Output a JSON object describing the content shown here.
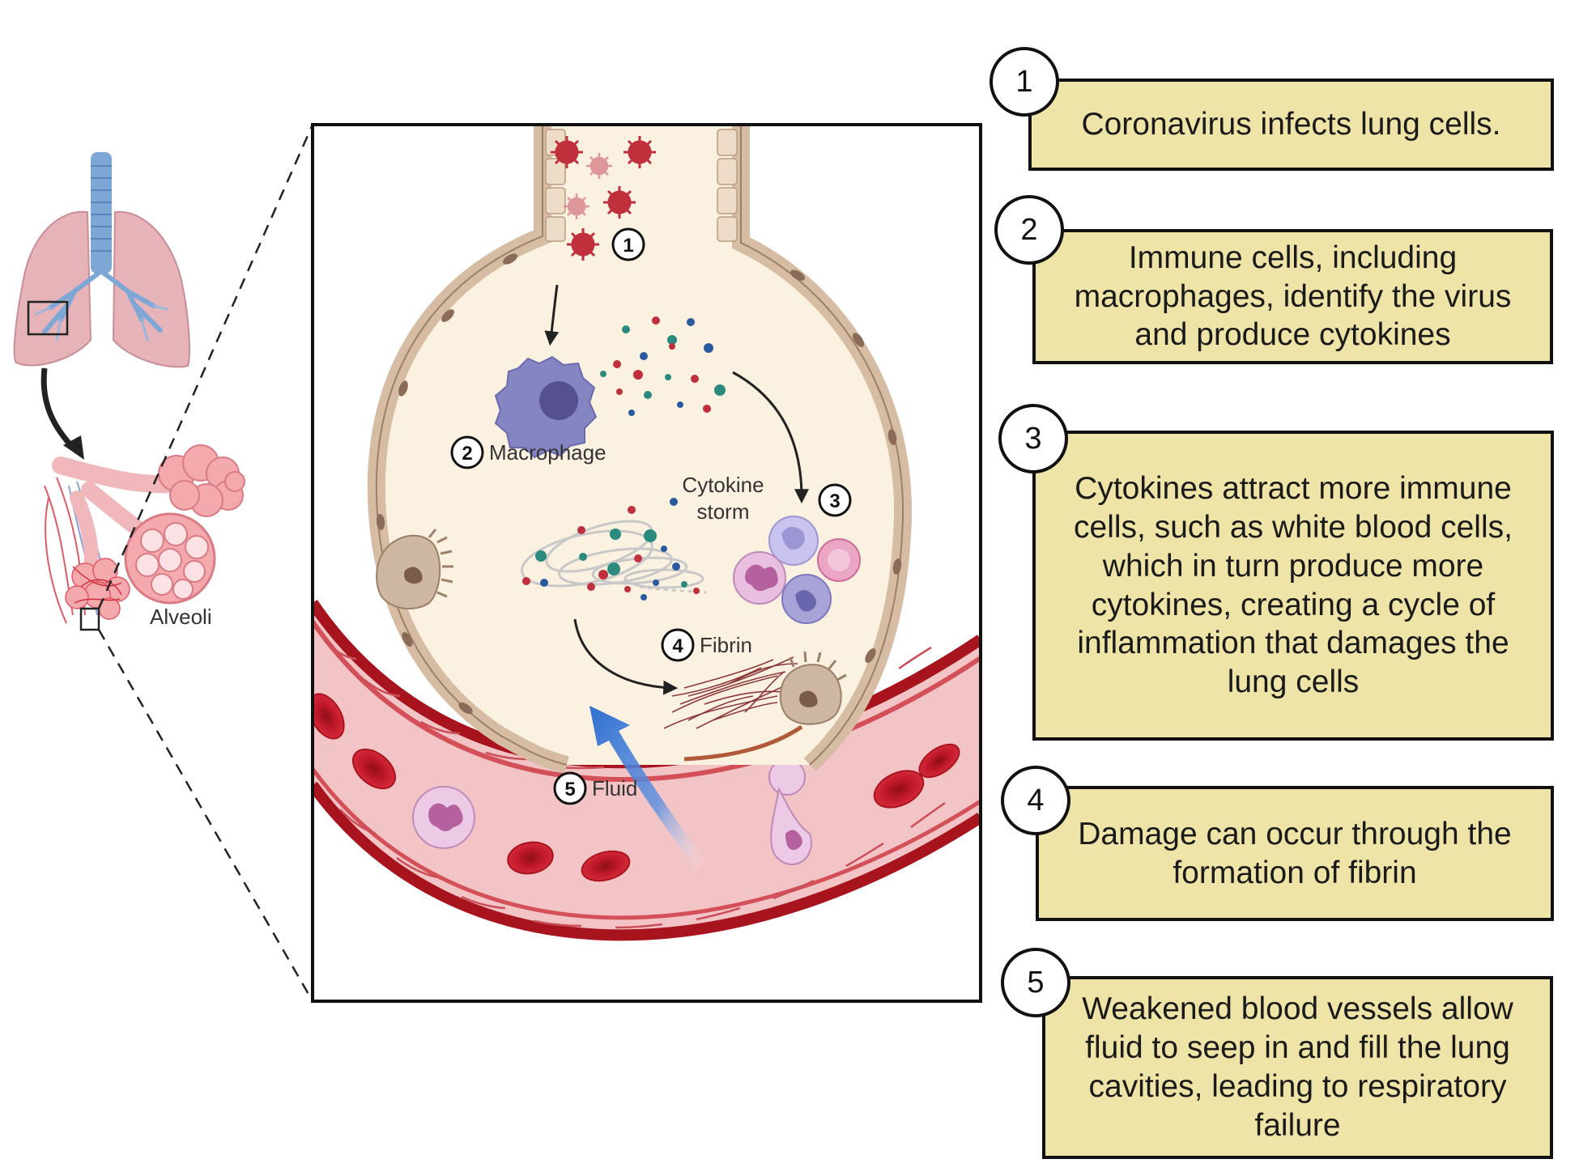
{
  "labels": {
    "alveoli": "Alveoli",
    "macrophage": "Macrophage",
    "cytokine_storm_line1": "Cytokine",
    "cytokine_storm_line2": "storm",
    "fibrin": "Fibrin",
    "fluid": "Fluid"
  },
  "markers": {
    "m1": "1",
    "m2": "2",
    "m3": "3",
    "m4": "4",
    "m5": "5"
  },
  "steps": [
    {
      "number": "1",
      "text": "Coronavirus infects lung cells."
    },
    {
      "number": "2",
      "text": "Immune cells, including macrophages, identify the virus and produce cytokines"
    },
    {
      "number": "3",
      "text": "Cytokines attract more immune cells, such as white blood cells, which in turn produce more cytokines, creating a cycle of inflammation that damages the lung cells"
    },
    {
      "number": "4",
      "text": "Damage can occur through the formation of fibrin"
    },
    {
      "number": "5",
      "text": "Weakened blood vessels allow fluid to seep in and fill the lung cavities, leading to respiratory failure"
    }
  ],
  "colors": {
    "box_fill": "#efe4a7",
    "alveolus_fill": "#fbf1e1",
    "vessel_dark": "#a8141e",
    "vessel_light": "#f6c8c8",
    "fluid_arrow": "#2f6fd0"
  }
}
